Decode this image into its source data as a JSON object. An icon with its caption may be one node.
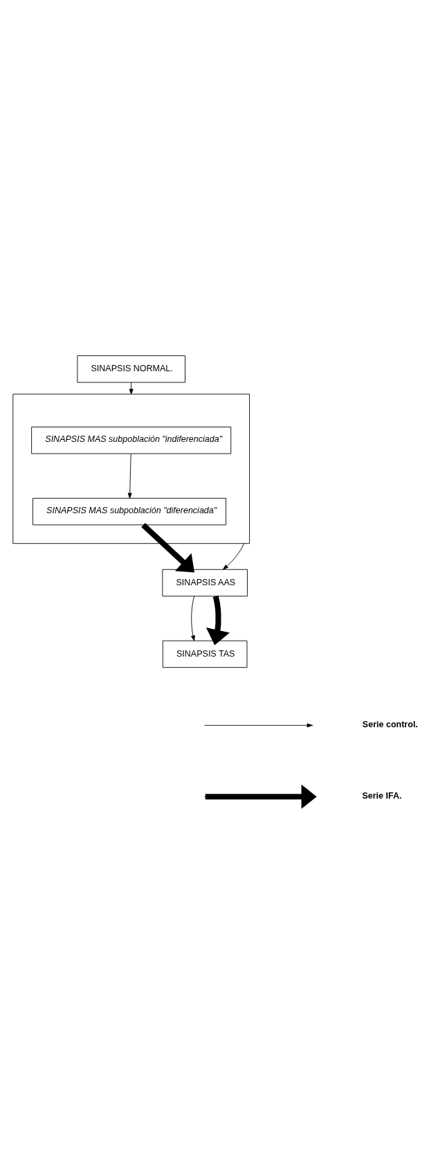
{
  "diagram": {
    "nodes": [
      {
        "text": [
          "SINAPSIS NORMAL."
        ]
      },
      {
        "text": [],
        "shape": "box"
      },
      {
        "text": [
          "SINAPSIS MAS subpoblación \"indiferenciada\""
        ],
        "in": 1
      },
      {
        "text": [
          "SINAPSIS MAS subpoblación \"diferenciada\""
        ],
        "in": 1
      },
      {
        "text": [
          "SINAPSIS AAS"
        ]
      },
      {
        "text": [
          "SINAPSIS TAS"
        ]
      }
    ],
    "edges": [
      {
        "from": 0,
        "to": 1,
        "arrow": "to"
      },
      {
        "from": 2,
        "to": 3,
        "arrow": "to"
      },
      {
        "from": 1,
        "to": 4,
        "arrow": "to"
      },
      {
        "from": 3,
        "to": 4,
        "arrow": "to",
        "style": "thick"
      },
      {
        "from": 4,
        "to": 5,
        "arrow": "to"
      },
      {
        "from": 4,
        "to": 5,
        "arrow": "to",
        "style": "thick"
      }
    ],
    "legend": [
      {
        "text": "Serie control."
      },
      {
        "text": "Serie IFA."
      }
    ]
  }
}
